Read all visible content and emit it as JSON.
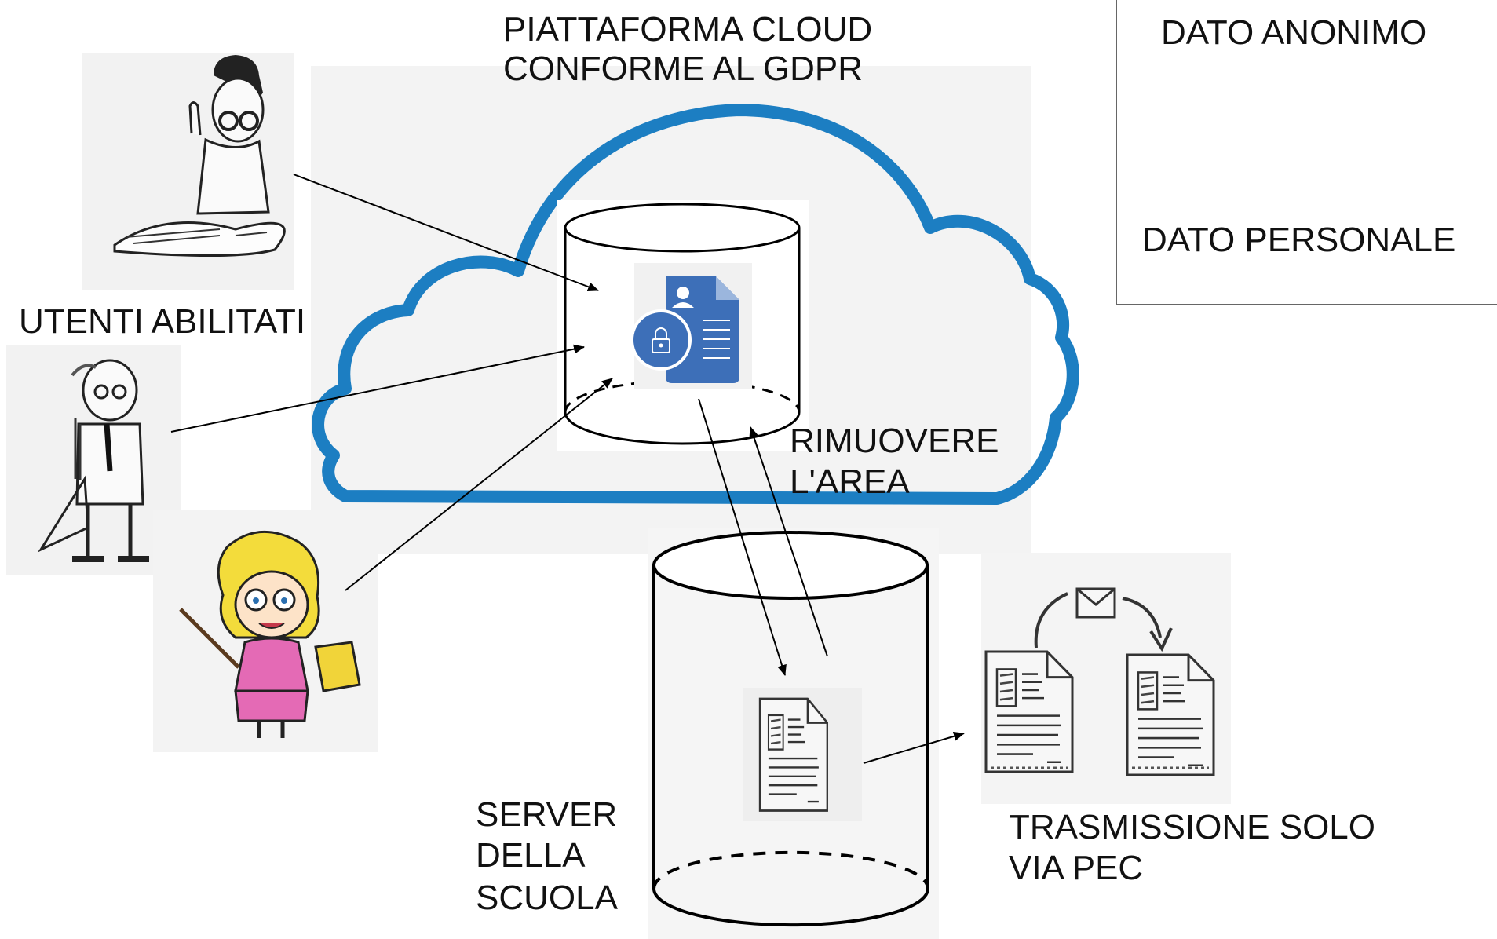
{
  "title": {
    "line1": "PIATTAFORMA CLOUD",
    "line2": "CONFORME AL GDPR"
  },
  "legend": {
    "anonymous_label": "DATO ANONIMO",
    "personal_label": "DATO PERSONALE",
    "document_icon": "document-icon"
  },
  "users": {
    "label": "UTENTI ABILITATI",
    "figures": [
      "reading-man-illustration",
      "old-teacher-illustration",
      "female-teacher-illustration"
    ]
  },
  "cloud": {
    "icon": "secured-personal-document-icon",
    "accent": "#1c7ec2",
    "icon_color": "#3d6fb8"
  },
  "remove_area": {
    "line1": "RIMUOVERE",
    "line2": "L'AREA"
  },
  "school_server": {
    "line1": "SERVER",
    "line2": "DELLA",
    "line3": "SCUOLA"
  },
  "pec": {
    "line1": "TRASMISSIONE SOLO",
    "line2": "VIA PEC",
    "icon": "email-envelope-icon"
  }
}
